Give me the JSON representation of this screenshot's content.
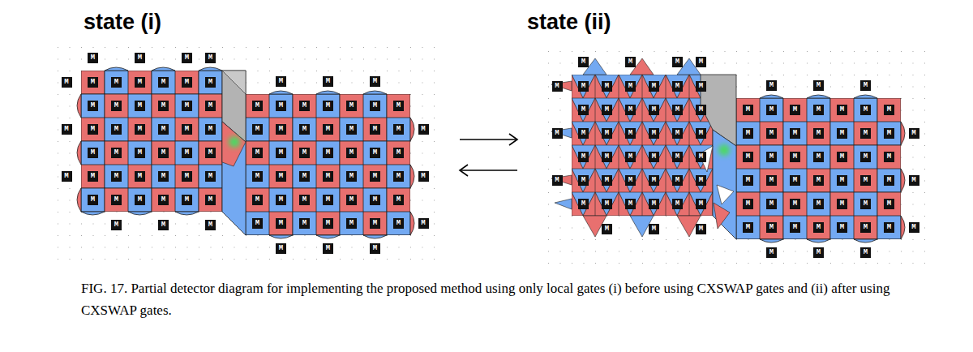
{
  "diagram": {
    "caption": "FIG. 17. Partial detector diagram for implementing the proposed method using only local gates (i) before using CXSWAP gates and (ii) after using CXSWAP gates.",
    "labels": [
      "state (i)",
      "state (ii)",
      "M",
      "M",
      "M",
      "M",
      "M",
      "M",
      "M",
      "M",
      "M",
      "M",
      "M",
      "M",
      "M",
      "M",
      "M",
      "M",
      "M",
      "M",
      "M",
      "M",
      "M",
      "M",
      "M",
      "M",
      "M",
      "M",
      "M",
      "M",
      "M",
      "M",
      "M",
      "M",
      "M",
      "M",
      "M",
      "M",
      "M",
      "M",
      "M",
      "M",
      "M",
      "M",
      "M",
      "M",
      "M",
      "M",
      "M",
      "M",
      "M",
      "M",
      "M",
      "M",
      "M",
      "M",
      "M",
      "M",
      "M",
      "M",
      "M",
      "M",
      "M",
      "M",
      "M",
      "M",
      "M",
      "M",
      "M",
      "M",
      "M",
      "M",
      "M",
      "M",
      "M",
      "M",
      "M",
      "M",
      "M",
      "M",
      "M",
      "M",
      "M",
      "M",
      "M",
      "M",
      "M",
      "M",
      "M",
      "M",
      "M",
      "M",
      "M",
      "M",
      "M",
      "M",
      "M",
      "M",
      "M",
      "M",
      "M",
      "M",
      "M",
      "M",
      "M",
      "M",
      "M",
      "M",
      "M",
      "M",
      "M",
      "M",
      "M",
      "M",
      "M",
      "M",
      "M",
      "M",
      "M",
      "M",
      "M",
      "M",
      "M",
      "M",
      "M",
      "M",
      "M",
      "M",
      "M",
      "M",
      "M",
      "M",
      "M",
      "M",
      "M",
      "M",
      "M",
      "M",
      "M",
      "M",
      "M",
      "M",
      "M",
      "M",
      "M",
      "M",
      "M",
      "M",
      "M",
      "M",
      "M",
      "M",
      "M",
      "M",
      "M",
      "M",
      "M",
      "M",
      "M",
      "M",
      "M",
      "M",
      "M",
      "M",
      "M",
      "M",
      "M",
      "M",
      "M",
      "M",
      "M",
      "M",
      "M",
      "M",
      "M",
      "M",
      "M",
      "M",
      "M",
      "M",
      "M",
      "M",
      "M",
      "M",
      "M",
      "M",
      "M",
      "M",
      "M",
      "M",
      "M",
      "M",
      "M",
      "M",
      "M",
      "M"
    ]
  }
}
